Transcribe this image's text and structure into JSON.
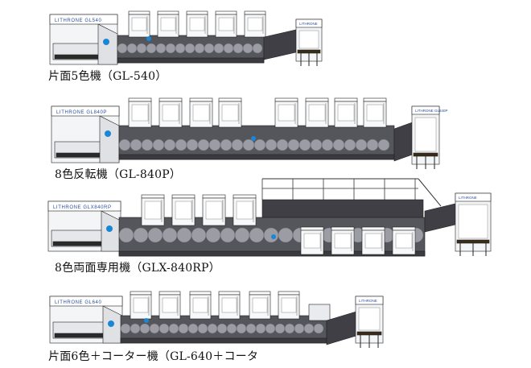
{
  "machines": [
    {
      "caption": "片面5色機（GL-540）",
      "feeder_label": "LITHRONE GL540",
      "delivery_label": "LITHRONE"
    },
    {
      "caption": "8色反転機（GL-840P）",
      "feeder_label": "LITHRONE GL840P",
      "delivery_label": "LITHRONE GL840P"
    },
    {
      "caption": "8色両面専用機（GLX-840RP）",
      "feeder_label": "LITHRONE GLX840RP",
      "delivery_label": "LITHRONE"
    },
    {
      "caption": "片面6色＋コーター機（GL-640＋コータ",
      "feeder_label": "LITHRONE GL640",
      "delivery_label": "LITHRONE"
    }
  ],
  "colors": {
    "frame": "#3f3f45",
    "base": "#55565c",
    "cylinder": "#9c9ca4",
    "panel": "#f4f5f7",
    "accent": "#1a86d6",
    "outline": "#222222"
  }
}
